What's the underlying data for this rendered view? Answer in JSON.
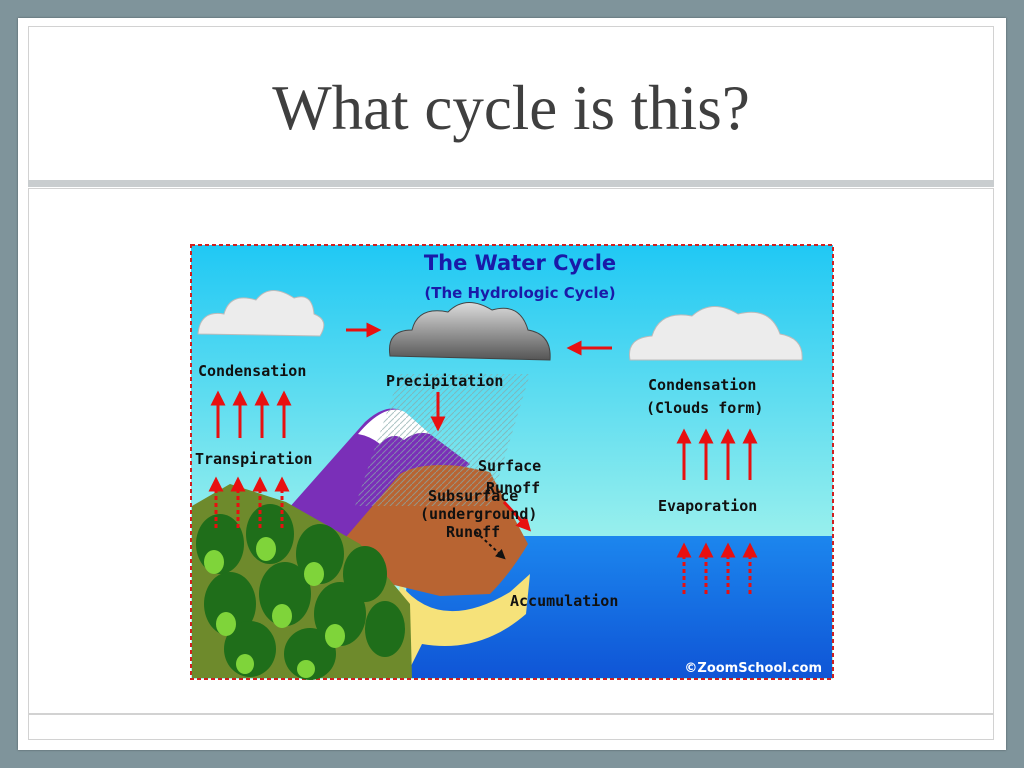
{
  "slide": {
    "title": "What cycle is this?"
  },
  "diagram": {
    "title": "The Water Cycle",
    "subtitle": "(The Hydrologic Cycle)",
    "labels": {
      "condensation_left": "Condensation",
      "transpiration": "Transpiration",
      "precipitation": "Precipitation",
      "condensation_right": "Condensation",
      "clouds_form": "(Clouds form)",
      "evaporation": "Evaporation",
      "surface_runoff_1": "Surface",
      "surface_runoff_2": "Runoff",
      "subsurface_1": "Subsurface",
      "subsurface_2": "(underground)",
      "subsurface_3": "Runoff",
      "accumulation": "Accumulation",
      "credit": "©ZoomSchool.com"
    },
    "colors": {
      "sky_top": "#20c8f4",
      "sky_bottom": "#a6f4ec",
      "ocean": "#1773e0",
      "arrow": "#e81010",
      "title": "#1a1aa8",
      "mountain": "#7a2fb8",
      "land": "#b86432",
      "forest": "#2f9a2a"
    }
  }
}
